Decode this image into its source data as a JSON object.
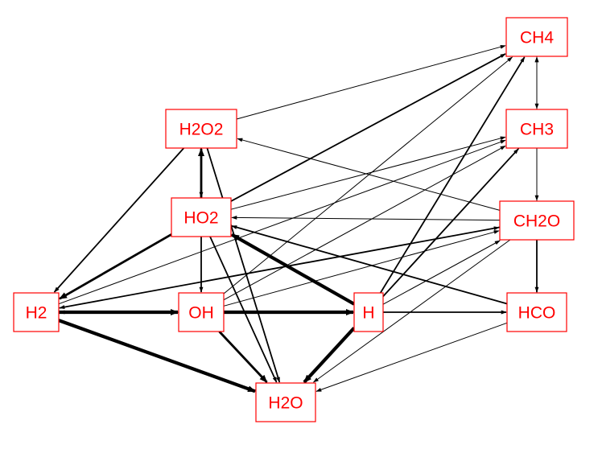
{
  "nodes": [
    {
      "id": "CH4",
      "label": "CH4"
    },
    {
      "id": "H2O2",
      "label": "H2O2"
    },
    {
      "id": "CH3",
      "label": "CH3"
    },
    {
      "id": "HO2",
      "label": "HO2"
    },
    {
      "id": "CH2O",
      "label": "CH2O"
    },
    {
      "id": "H2",
      "label": "H2"
    },
    {
      "id": "OH",
      "label": "OH"
    },
    {
      "id": "H",
      "label": "H"
    },
    {
      "id": "HCO",
      "label": "HCO"
    },
    {
      "id": "H2O",
      "label": "H2O"
    }
  ],
  "edges": [
    {
      "from": "H2O2",
      "to": "CH4",
      "weight": 1
    },
    {
      "from": "HO2",
      "to": "CH4",
      "weight": 2
    },
    {
      "from": "OH",
      "to": "CH4",
      "weight": 1
    },
    {
      "from": "H",
      "to": "CH4",
      "weight": 2
    },
    {
      "from": "HCO",
      "to": "CH4",
      "weight": 1
    },
    {
      "from": "CH3",
      "to": "CH4",
      "weight": 1
    },
    {
      "from": "CH4",
      "to": "CH3",
      "weight": 1
    },
    {
      "from": "CH3",
      "to": "CH2O",
      "weight": 1
    },
    {
      "from": "CH2O",
      "to": "HCO",
      "weight": 2
    },
    {
      "from": "CH2O",
      "to": "H2O2",
      "weight": 1
    },
    {
      "from": "CH2O",
      "to": "HO2",
      "weight": 1
    },
    {
      "from": "CH2O",
      "to": "H2",
      "weight": 2
    },
    {
      "from": "CH2O",
      "to": "H2O",
      "weight": 1
    },
    {
      "from": "HO2",
      "to": "CH3",
      "weight": 1
    },
    {
      "from": "H2",
      "to": "CH3",
      "weight": 1
    },
    {
      "from": "OH",
      "to": "CH3",
      "weight": 1
    },
    {
      "from": "H",
      "to": "CH3",
      "weight": 2
    },
    {
      "from": "CH3",
      "to": "H2O",
      "weight": 1
    },
    {
      "from": "H2O2",
      "to": "HO2",
      "weight": 2
    },
    {
      "from": "HO2",
      "to": "H2O2",
      "weight": 3
    },
    {
      "from": "H2O2",
      "to": "H2",
      "weight": 2
    },
    {
      "from": "HO2",
      "to": "H2",
      "weight": 3
    },
    {
      "from": "HO2",
      "to": "OH",
      "weight": 2
    },
    {
      "from": "HO2",
      "to": "H2O",
      "weight": 2
    },
    {
      "from": "H",
      "to": "HO2",
      "weight": 4
    },
    {
      "from": "HCO",
      "to": "HO2",
      "weight": 2
    },
    {
      "from": "H2",
      "to": "OH",
      "weight": 4
    },
    {
      "from": "OH",
      "to": "H",
      "weight": 4
    },
    {
      "from": "OH",
      "to": "H2O",
      "weight": 3
    },
    {
      "from": "H2",
      "to": "H2O",
      "weight": 4
    },
    {
      "from": "H",
      "to": "H2O",
      "weight": 4
    },
    {
      "from": "HCO",
      "to": "H2O",
      "weight": 1
    },
    {
      "from": "OH",
      "to": "CH2O",
      "weight": 1
    },
    {
      "from": "H",
      "to": "HCO",
      "weight": 2
    },
    {
      "from": "H",
      "to": "H2",
      "weight": 1
    },
    {
      "from": "H2O2",
      "to": "H2O",
      "weight": 2
    },
    {
      "from": "H2",
      "to": "CH2O",
      "weight": 1
    },
    {
      "from": "H",
      "to": "CH2O",
      "weight": 1
    }
  ]
}
